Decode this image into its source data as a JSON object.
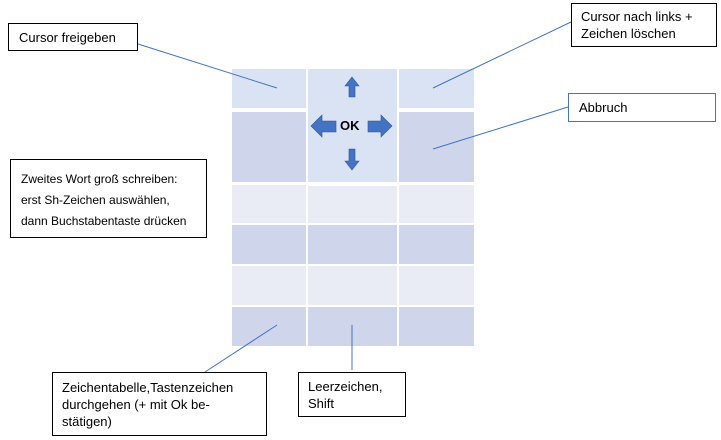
{
  "diagram": {
    "title": "Tastenbelegung Bildschirmtastatur",
    "center_label": "OK",
    "arrows": [
      "up",
      "left",
      "right",
      "down"
    ],
    "colors": {
      "callout_line": "#4472c4",
      "arrow_fill": "#4472c4",
      "cell_light": "#dae3f3",
      "cell_dark": "#cfd5ea",
      "cell_pale": "#e9ebf5"
    },
    "callouts": {
      "cursor_release": "Cursor freigeben",
      "cursor_left_delete_1": "Cursor nach links +",
      "cursor_left_delete_2": "Zeichen löschen",
      "cancel": "Abbruch",
      "capitalize_1": "Zweites Wort groß schreiben:",
      "capitalize_2": "erst Sh-Zeichen auswählen,",
      "capitalize_3": "dann Buchstabentaste drücken",
      "char_table_1": "Zeichentabelle,Tastenzeichen",
      "char_table_2": "durchgehen (+ mit Ok be-",
      "char_table_3": "stätigen)",
      "space_shift_1": "Leerzeichen,",
      "space_shift_2": "Shift"
    }
  }
}
